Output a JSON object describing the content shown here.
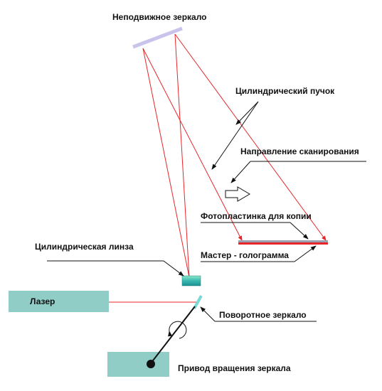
{
  "labels": {
    "fixed_mirror": "Неподвижное зеркало",
    "cylindrical_beam": "Цилиндрический пучок",
    "scan_direction": "Направление сканирования",
    "copy_plate": "Фотопластинка для копии",
    "master_hologram": "Мастер - голограмма",
    "cylindrical_lens": "Цилиндрическая линза",
    "laser": "Лазер",
    "turning_mirror": "Поворотное зеркало",
    "mirror_drive": "Привод вращения зеркала"
  },
  "colors": {
    "beam": "#e8262a",
    "box": "#8fcdc6",
    "mirror": "#c8c4ec",
    "plate": "#e8262a",
    "lens": "#38b8b0"
  }
}
